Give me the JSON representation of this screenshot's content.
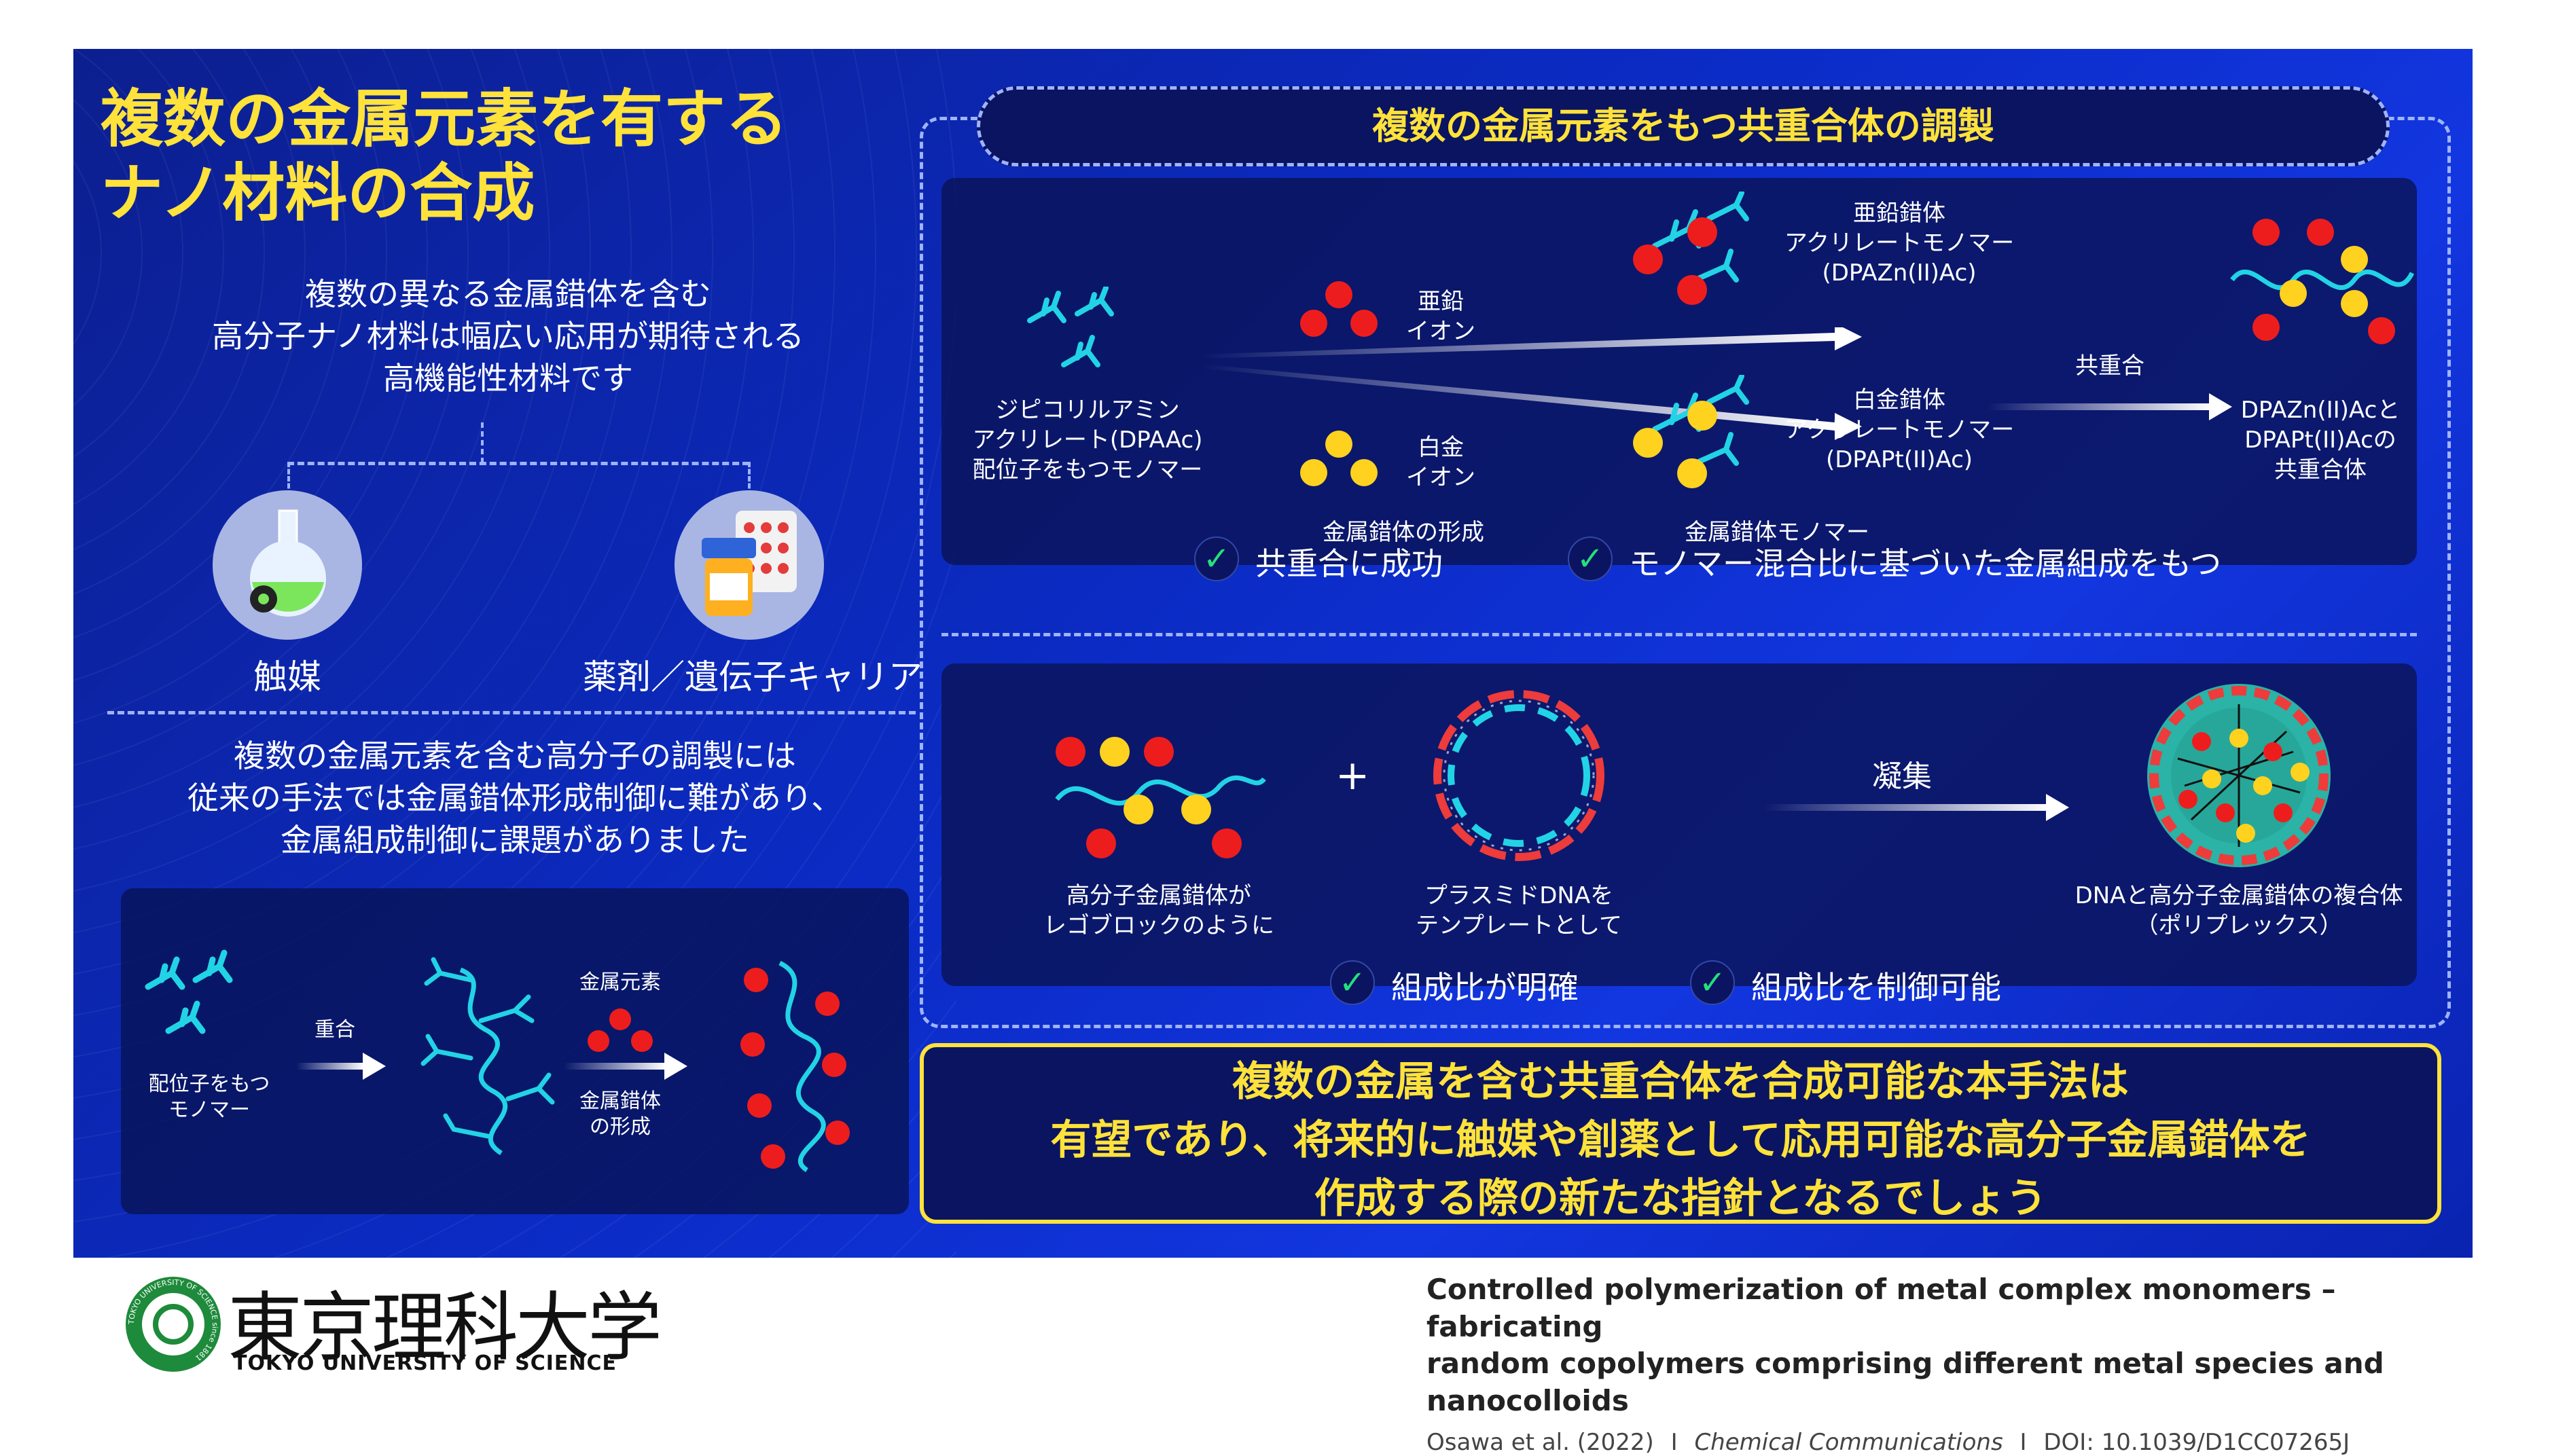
{
  "title": {
    "line1": "複数の金属元素を有する",
    "line2": "ナノ材料の合成"
  },
  "intro": [
    "複数の異なる金属錯体を含む",
    "高分子ナノ材料は幅広い応用が期待される",
    "高機能性材料です"
  ],
  "applications": [
    {
      "label": "触媒",
      "icon": "flask-gear-icon"
    },
    {
      "label": "薬剤／遺伝子キャリア",
      "icon": "medicine-pills-icon"
    }
  ],
  "problem": [
    "複数の金属元素を含む高分子の調製には",
    "従来の手法では金属錯体形成制御に難があり、",
    "金属組成制御に課題がありました"
  ],
  "conventional": {
    "monomer_label": [
      "配位子をもつ",
      "モノマー"
    ],
    "polymerization": "重合",
    "metal_element": "金属元素",
    "complex_formation": [
      "金属錯体",
      "の形成"
    ]
  },
  "right_title": "複数の金属元素をもつ共重合体の調製",
  "scheme": {
    "dpaac_label": [
      "ジピコリルアミン",
      "アクリレート(DPAAc)",
      "配位子をもつモノマー"
    ],
    "zinc_ion": [
      "亜鉛",
      "イオン"
    ],
    "platinum_ion": [
      "白金",
      "イオン"
    ],
    "complex_formation": "金属錯体の形成",
    "zn_monomer": [
      "亜鉛錯体",
      "アクリレートモノマー",
      "(DPAZn(II)Ac)"
    ],
    "pt_monomer": [
      "白金錯体",
      "アクリレートモノマー",
      "(DPAPt(II)Ac)"
    ],
    "complex_monomer": "金属錯体モノマー",
    "copolymerization": "共重合",
    "copolymer": [
      "DPAZn(II)Acと",
      "DPAPt(II)Acの",
      "共重合体"
    ]
  },
  "checks_top": [
    "共重合に成功",
    "モノマー混合比に基づいた金属組成をもつ"
  ],
  "assembly": {
    "polymer_label": [
      "高分子金属錯体が",
      "レゴブロックのように"
    ],
    "plus": "+",
    "dna_label": [
      "プラスミドDNAを",
      "テンプレートとして"
    ],
    "aggregation": "凝集",
    "polyplex_label": [
      "DNAと高分子金属錯体の複合体",
      "（ポリプレックス）"
    ]
  },
  "checks_bottom": [
    "組成比が明確",
    "組成比を制御可能"
  ],
  "conclusion": [
    "複数の金属を含む共重合体を合成可能な本手法は",
    "有望であり、将来的に触媒や創薬として応用可能な高分子金属錯体を",
    "作成する際の新たな指針となるでしょう"
  ],
  "footer": {
    "logo_jp": "東京理科大学",
    "logo_en": "TOKYO UNIVERSITY OF SCIENCE",
    "logo_ring_text": "TOKYO UNIVERSITY OF SCIENCE since 1881",
    "paper_title": [
      "Controlled polymerization of metal complex monomers – fabricating",
      "random copolymers comprising different metal species and nanocolloids"
    ],
    "citation_authors": "Osawa et al. (2022)",
    "citation_journal": "Chemical Communications",
    "citation_doi": "DOI: 10.1039/D1CC07265J",
    "separator": "I"
  },
  "colors": {
    "background": "#0b2bc4",
    "accent_yellow": "#ffe23a",
    "zinc_red": "#ee1d1d",
    "platinum_yellow": "#ffd21f",
    "ligand_cyan": "#22d3e6",
    "check_green": "#25e07a"
  }
}
